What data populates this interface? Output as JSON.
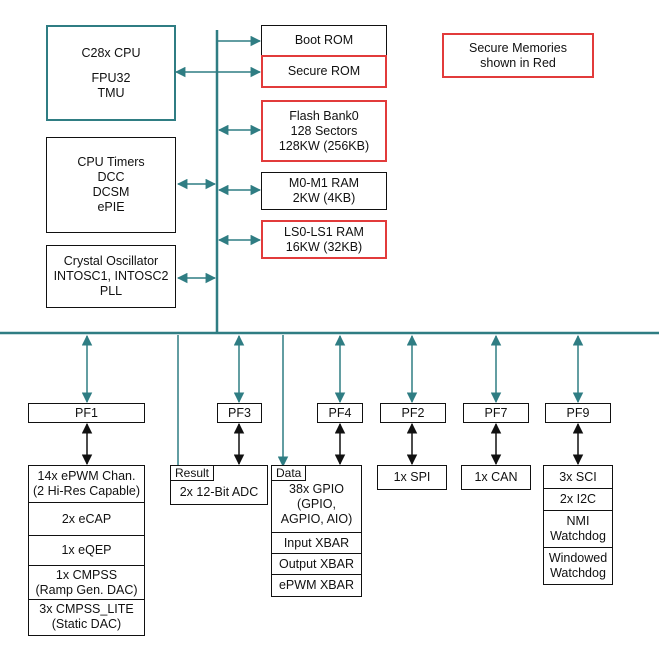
{
  "cpu": {
    "lines": [
      "C28x CPU",
      "",
      "FPU32",
      "TMU"
    ]
  },
  "timers": {
    "lines": [
      "CPU Timers",
      "DCC",
      "DCSM",
      "ePIE"
    ]
  },
  "oscillator": {
    "lines": [
      "Crystal Oscillator",
      "INTOSC1, INTOSC2",
      "PLL"
    ]
  },
  "memories": {
    "boot_rom": "Boot ROM",
    "secure_rom": "Secure ROM",
    "flash": [
      "Flash Bank0",
      "128 Sectors",
      "128KW (256KB)"
    ],
    "m0m1": [
      "M0-M1 RAM",
      "2KW (4KB)"
    ],
    "ls0ls1": [
      "LS0-LS1 RAM",
      "16KW (32KB)"
    ]
  },
  "legend": {
    "lines": [
      "Secure Memories",
      "shown in Red"
    ]
  },
  "frames": {
    "pf1": "PF1",
    "pf3": "PF3",
    "pf4": "PF4",
    "pf2": "PF2",
    "pf7": "PF7",
    "pf9": "PF9"
  },
  "pf1_peripherals": [
    [
      "14x ePWM Chan.",
      "(2 Hi-Res Capable)"
    ],
    [
      "2x eCAP"
    ],
    [
      "1x eQEP"
    ],
    [
      "1x CMPSS",
      "(Ramp Gen. DAC)"
    ],
    [
      "3x CMPSS_LITE",
      "(Static DAC)"
    ]
  ],
  "adc": {
    "tag": "Result",
    "label": "2x 12-Bit ADC"
  },
  "gpio": {
    "tag": "Data",
    "cells": [
      [
        "38x GPIO",
        "(GPIO,",
        "AGPIO, AIO)"
      ],
      [
        "Input XBAR"
      ],
      [
        "Output XBAR"
      ],
      [
        "ePWM XBAR"
      ]
    ]
  },
  "spi": "1x SPI",
  "can": "1x CAN",
  "pf9_peripherals": [
    [
      "3x SCI"
    ],
    [
      "2x I2C"
    ],
    [
      "NMI",
      "Watchdog"
    ],
    [
      "Windowed",
      "Watchdog"
    ]
  ],
  "colors": {
    "bus": "#2f7d83",
    "secure": "#e23b3b",
    "frame": "#111111"
  }
}
